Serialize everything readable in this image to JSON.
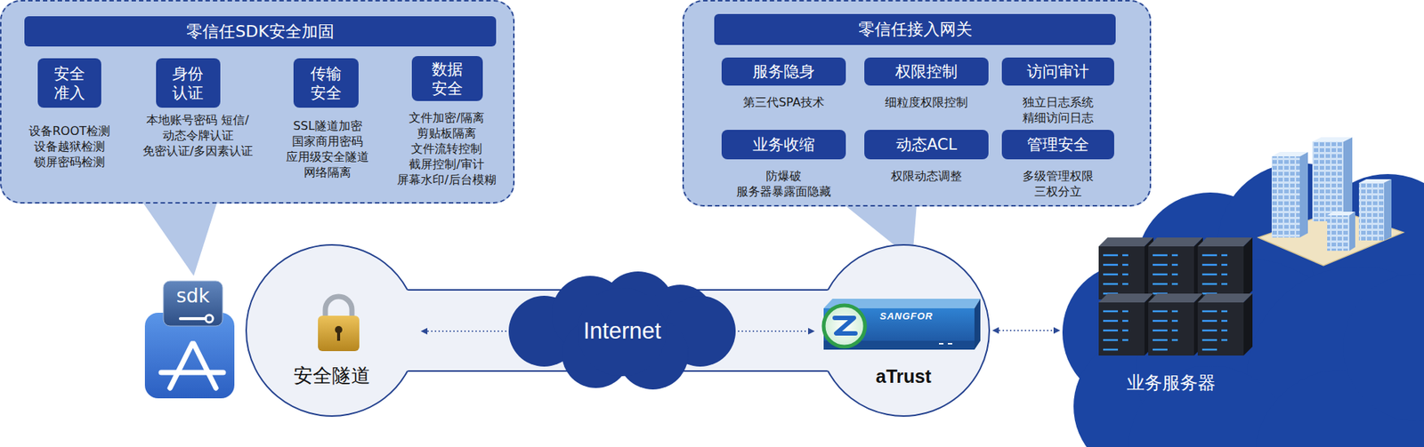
{
  "diagram": {
    "nodes": [
      {
        "text": [
          "零信任SDK安全加固"
        ]
      },
      {
        "text": [
          "安全 准入",
          "设备ROOT检测 设备越狱检测 锁屏密码检测"
        ],
        "in": 0
      },
      {
        "text": [
          "身份 认证",
          "本地账号密码 短信/动态令牌认证 免密认证/多因素认证"
        ],
        "in": 0
      },
      {
        "text": [
          "传输 安全",
          "SSL隧道加密 国家商用密码 应用级安全隧道 网络隔离"
        ],
        "in": 0
      },
      {
        "text": [
          "数据 安全",
          "文件加密/隔离 剪贴板隔离 文件流转控制 截屏控制/审计 屏幕水印/后台模糊"
        ],
        "in": 0
      },
      {
        "text": [
          "零信任接入网关"
        ]
      },
      {
        "text": [
          "服务隐身",
          "第三代SPA技术"
        ],
        "in": 5
      },
      {
        "text": [
          "权限控制",
          "细粒度权限控制"
        ],
        "in": 5
      },
      {
        "text": [
          "访问审计",
          "独立日志系统 精细访问日志"
        ],
        "in": 5
      },
      {
        "text": [
          "业务收缩",
          "防爆破 服务器暴露面隐藏"
        ],
        "in": 5
      },
      {
        "text": [
          "动态ACL",
          "权限动态调整"
        ],
        "in": 5
      },
      {
        "text": [
          "管理安全",
          "多级管理权限 三权分立"
        ],
        "in": 5
      },
      {
        "text": [
          "sdk"
        ]
      },
      {
        "text": [
          "安全隧道"
        ]
      },
      {
        "text": [
          "Internet"
        ]
      },
      {
        "text": [
          "aTrust"
        ]
      },
      {
        "text": [
          "业务服务器"
        ]
      }
    ],
    "edges": [
      {
        "from": 14,
        "to": 13,
        "arrow": "to"
      },
      {
        "from": 14,
        "to": 15,
        "arrow": "to"
      },
      {
        "from": 15,
        "to": 16,
        "arrow": "both"
      }
    ],
    "labels": [
      "SANGFOR"
    ]
  }
}
